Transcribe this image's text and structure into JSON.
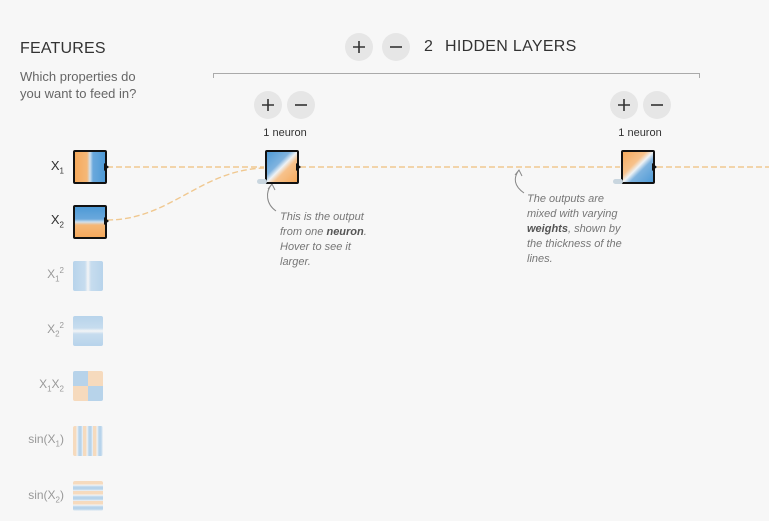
{
  "features": {
    "title": "FEATURES",
    "subtitle": "Which properties do you want to feed in?",
    "items": [
      {
        "base": "X",
        "sub": "1",
        "sup": "",
        "active": true,
        "pattern": "vertical-split-orange-blue"
      },
      {
        "base": "X",
        "sub": "2",
        "sup": "",
        "active": true,
        "pattern": "horizontal-split-blue-orange"
      },
      {
        "base": "X",
        "sub": "1",
        "sup": "2",
        "active": false,
        "pattern": "vertical-band"
      },
      {
        "base": "X",
        "sub": "2",
        "sup": "2",
        "active": false,
        "pattern": "horizontal-band"
      },
      {
        "base": "X",
        "sub": "1",
        "sup": "",
        "base2": "X",
        "sub2": "2",
        "active": false,
        "pattern": "quadrants"
      },
      {
        "base": "sin(X",
        "sub": "1",
        "suffix": ")",
        "active": false,
        "pattern": "vertical-stripes"
      },
      {
        "base": "sin(X",
        "sub": "2",
        "suffix": ")",
        "active": false,
        "pattern": "horizontal-stripes"
      }
    ]
  },
  "hidden_layers": {
    "count": "2",
    "label": "HIDDEN LAYERS",
    "add_icon": "plus-icon",
    "remove_icon": "minus-icon",
    "layers": [
      {
        "neurons_label": "1 neuron"
      },
      {
        "neurons_label": "1 neuron"
      }
    ]
  },
  "annotations": {
    "neuron_note": {
      "pre": "This is the output from one ",
      "bold": "neuron",
      "post": ". Hover to see it larger."
    },
    "weights_note": {
      "pre": "The outputs are mixed with varying ",
      "bold": "weights",
      "post": ", shown by the thickness of the lines."
    }
  },
  "colors": {
    "orange": "#f5a95c",
    "blue": "#4e9ad6",
    "light_orange": "#fbe0c0",
    "light_blue": "#bcd7ee",
    "link": "#f0c890",
    "background": "#f7f7f7"
  }
}
